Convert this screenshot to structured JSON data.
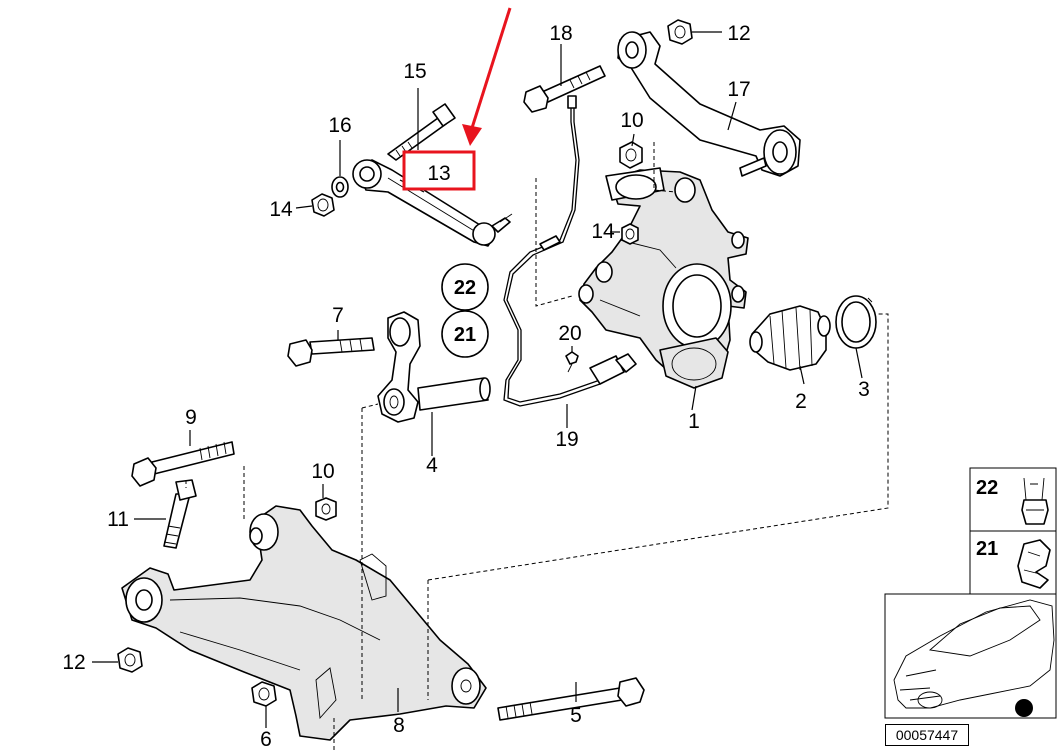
{
  "highlight_color": "#e8141e",
  "callouts": {
    "c1": "1",
    "c2": "2",
    "c3": "3",
    "c4": "4",
    "c5": "5",
    "c6": "6",
    "c7": "7",
    "c8": "8",
    "c9": "9",
    "c10a": "10",
    "c10b": "10",
    "c11": "11",
    "c12a": "12",
    "c12b": "12",
    "c13": "13",
    "c14a": "14",
    "c14b": "14",
    "c15": "15",
    "c16": "16",
    "c17": "17",
    "c18": "18",
    "c19": "19",
    "c20": "20",
    "c21": "21",
    "c22": "22"
  },
  "legend": {
    "item_22": "22",
    "item_21": "21"
  },
  "doc_number": "00057447",
  "icons": [
    "arrow-icon",
    "clip-icon",
    "car-thumbnail-icon"
  ]
}
